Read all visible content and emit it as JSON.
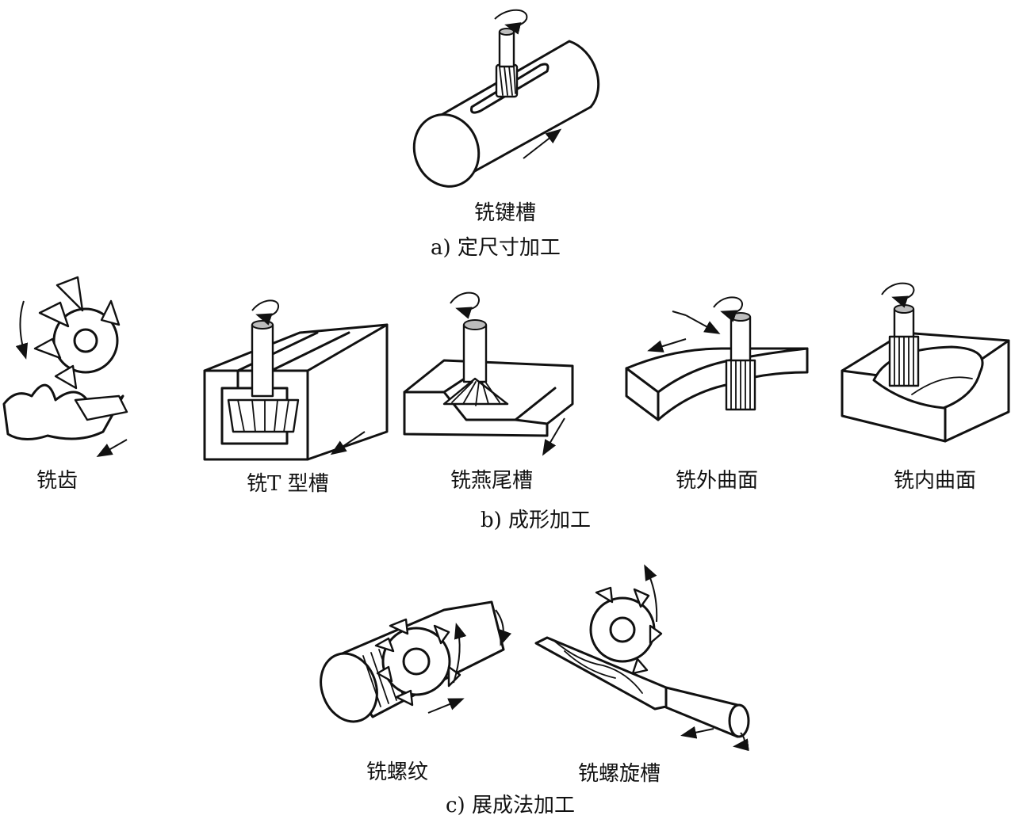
{
  "sections": {
    "a": {
      "caption": "a) 定尺寸加工",
      "items": [
        {
          "label": "铣键槽"
        }
      ]
    },
    "b": {
      "caption": "b) 成形加工",
      "items": [
        {
          "label": "铣齿"
        },
        {
          "label": "铣T 型槽"
        },
        {
          "label": "铣燕尾槽"
        },
        {
          "label": "铣外曲面"
        },
        {
          "label": "铣内曲面"
        }
      ]
    },
    "c": {
      "caption": "c) 展成法加工",
      "items": [
        {
          "label": "铣螺纹"
        },
        {
          "label": "铣螺旋槽"
        }
      ]
    }
  },
  "colors": {
    "line": "#111111",
    "background": "#ffffff",
    "hatch": "#bdbdbd"
  }
}
